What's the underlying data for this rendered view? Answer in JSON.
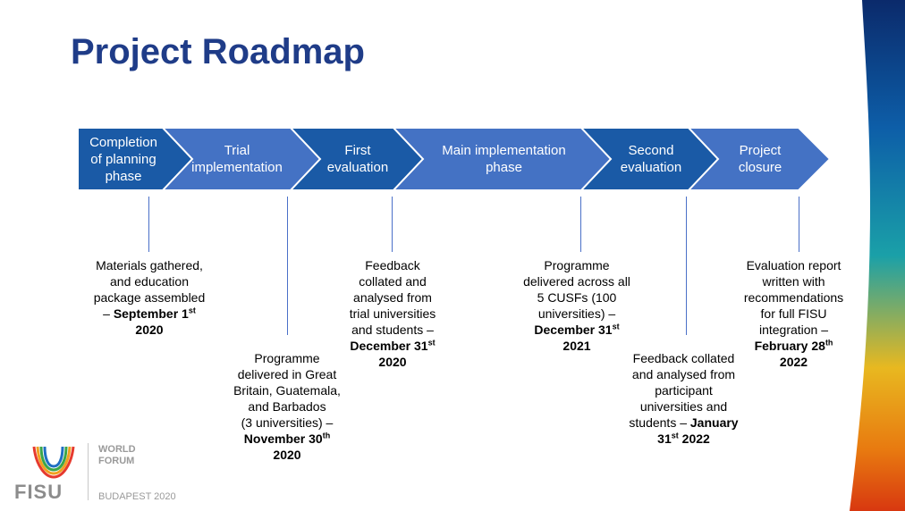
{
  "title": "Project Roadmap",
  "colors": {
    "title": "#1f3c88",
    "phase_dark": "#1a5aa6",
    "phase_light": "#4472c4",
    "connector": "#4a70c8"
  },
  "phases": [
    {
      "lines": [
        "Completion",
        "of planning",
        "phase"
      ]
    },
    {
      "lines": [
        "Trial",
        "implementation"
      ]
    },
    {
      "lines": [
        "First",
        "evaluation"
      ]
    },
    {
      "lines": [
        "Main implementation",
        "phase"
      ]
    },
    {
      "lines": [
        "Second",
        "evaluation"
      ]
    },
    {
      "lines": [
        "Project",
        "closure"
      ]
    }
  ],
  "milestones": [
    {
      "lines": [
        "Materials gathered,",
        "and education",
        "package assembled"
      ],
      "dash": "– ",
      "date_pre": "September 1",
      "sup": "st",
      "date_year": "2020"
    },
    {
      "lines": [
        "Programme",
        "delivered in Great",
        "Britain, Guatemala,",
        "and Barbados",
        "(3 universities) –"
      ],
      "dash": "",
      "date_pre": "November 30",
      "sup": "th",
      "date_year": "2020"
    },
    {
      "lines": [
        "Feedback",
        "collated and",
        "analysed from",
        "trial universities",
        "and students –"
      ],
      "dash": "",
      "date_pre": "December 31",
      "sup": "st",
      "date_year": "2020"
    },
    {
      "lines": [
        "Programme",
        "delivered across all",
        "5 CUSFs (100",
        "universities)  –"
      ],
      "dash": "",
      "date_pre": "December 31",
      "sup": "st",
      "date_year": "2021"
    },
    {
      "lines": [
        "Feedback collated",
        "and analysed from",
        "participant",
        "universities and"
      ],
      "dash": "students – ",
      "date_pre": "January",
      "sup": "",
      "date_year": "",
      "tail_sup": "st",
      "tail": "2022",
      "tail_pre": "31"
    },
    {
      "lines": [
        "Evaluation report",
        "written with",
        "recommendations",
        "for full FISU",
        "integration –"
      ],
      "dash": "",
      "date_pre": "February 28",
      "sup": "th",
      "date_year": "2022"
    }
  ],
  "logo": {
    "word": "FISU",
    "event_line1": "WORLD",
    "event_line2": "FORUM",
    "event_city": "BUDAPEST 2020"
  }
}
